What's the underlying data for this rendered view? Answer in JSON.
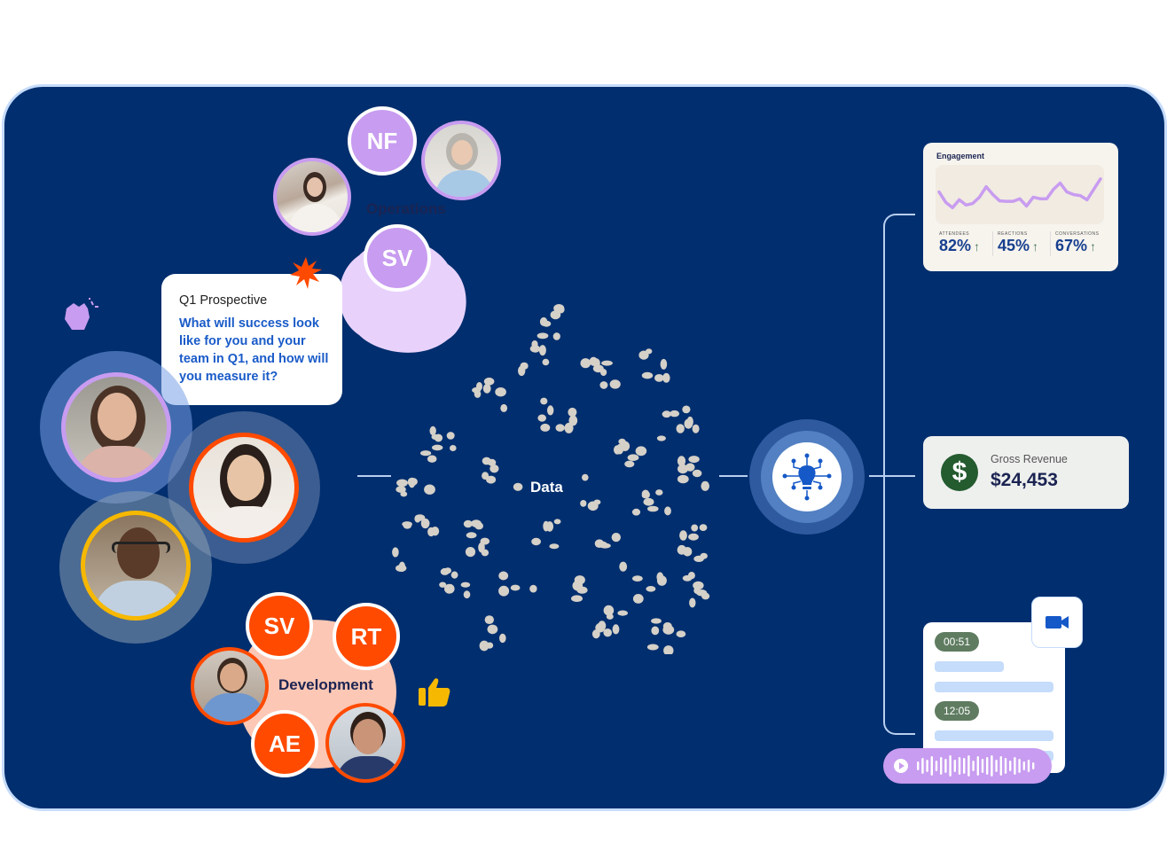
{
  "operations": {
    "label": "Operations",
    "members": [
      {
        "type": "initials",
        "text": "NF"
      },
      {
        "type": "photo",
        "desc": "woman-dark-hair"
      },
      {
        "type": "photo",
        "desc": "woman-gray-hair"
      },
      {
        "type": "initials",
        "text": "SV"
      }
    ]
  },
  "prospective_card": {
    "title": "Q1 Prospective",
    "question": "What will success look like for you and your team in Q1, and how will you measure it?"
  },
  "development": {
    "label": "Development",
    "members": [
      {
        "type": "initials",
        "text": "SV"
      },
      {
        "type": "initials",
        "text": "RT"
      },
      {
        "type": "photo",
        "desc": "man-blue-shirt"
      },
      {
        "type": "initials",
        "text": "AE"
      },
      {
        "type": "photo",
        "desc": "man-beard"
      }
    ]
  },
  "data_label": "Data",
  "engagement": {
    "title": "Engagement",
    "stats": [
      {
        "label": "Attendees",
        "value": "82%",
        "trend": "↑"
      },
      {
        "label": "Reactions",
        "value": "45%",
        "trend": "↑"
      },
      {
        "label": "Conversations",
        "value": "67%",
        "trend": "↑"
      }
    ],
    "chart_data": {
      "type": "line",
      "series": [
        {
          "name": "Engagement",
          "values": [
            0.55,
            0.35,
            0.25,
            0.4,
            0.3,
            0.33,
            0.45,
            0.65,
            0.5,
            0.38,
            0.37,
            0.37,
            0.42,
            0.28,
            0.45,
            0.42,
            0.42,
            0.6,
            0.72,
            0.55,
            0.5,
            0.48,
            0.4,
            0.6,
            0.8
          ]
        }
      ]
    }
  },
  "revenue": {
    "label": "Gross Revenue",
    "value": "$24,453"
  },
  "recording": {
    "timestamps": [
      "00:51",
      "12:05"
    ]
  },
  "colors": {
    "background": "#002e6e",
    "purple": "#c89cf0",
    "orange": "#ff4a00",
    "yellow": "#f6b800",
    "green": "#245b2f"
  }
}
